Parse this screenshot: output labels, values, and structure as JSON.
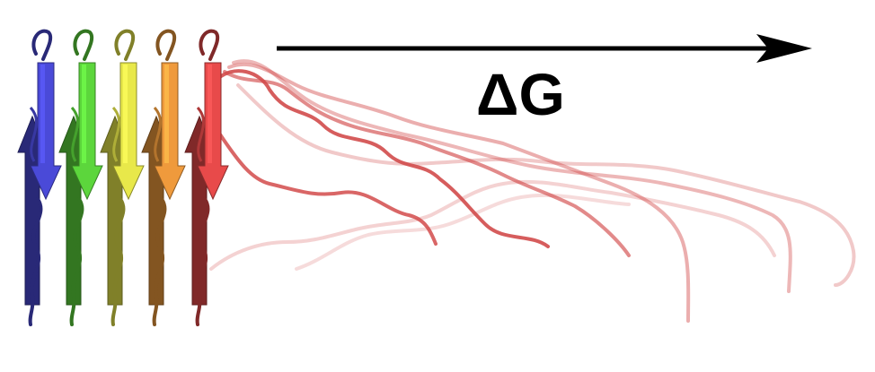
{
  "label": "ΔG",
  "colors": {
    "blue": "#4a4ad8",
    "green": "#5cd63c",
    "yellow": "#e8e84a",
    "orange": "#ef9a3c",
    "red": "#e84a4a",
    "unfolded": "#d24b4b",
    "arrow": "#000000"
  },
  "stacks": [
    {
      "color": "blue"
    },
    {
      "color": "green"
    },
    {
      "color": "yellow"
    },
    {
      "color": "orange"
    },
    {
      "color": "red"
    }
  ],
  "unfolded_chains": [
    {
      "opacity": 0.9
    },
    {
      "opacity": 0.85
    },
    {
      "opacity": 0.65
    },
    {
      "opacity": 0.45
    },
    {
      "opacity": 0.4
    },
    {
      "opacity": 0.3
    },
    {
      "opacity": 0.25
    },
    {
      "opacity": 0.2
    }
  ]
}
